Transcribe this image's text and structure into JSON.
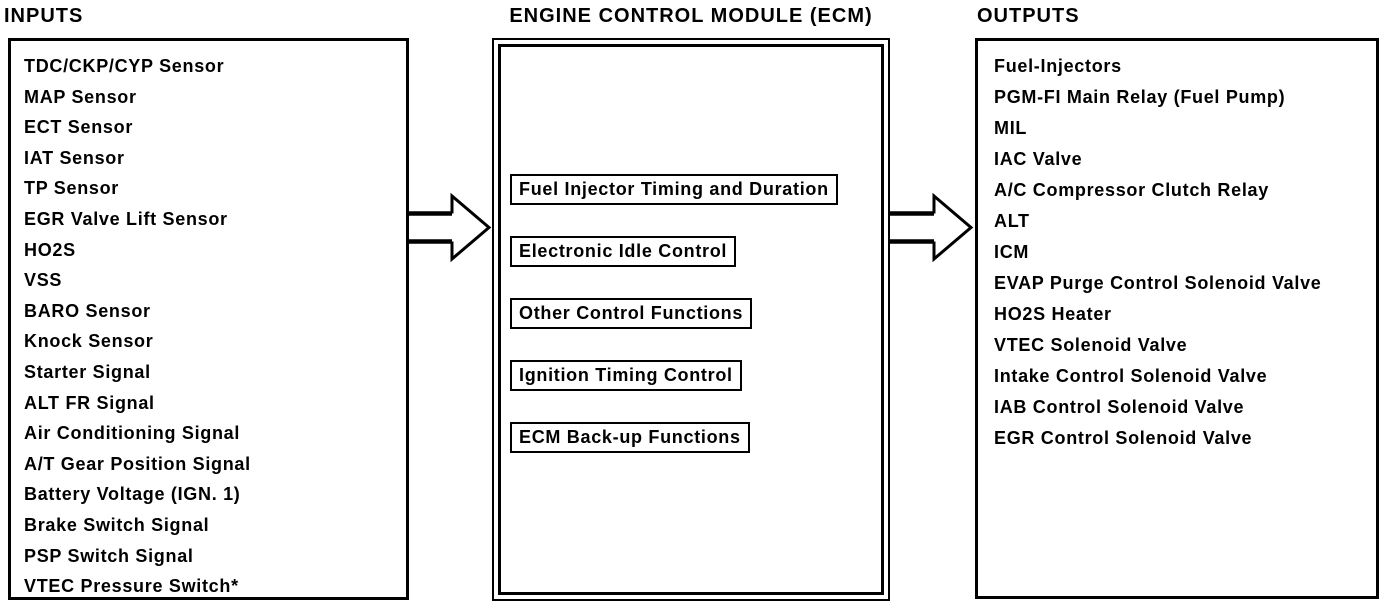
{
  "diagram": {
    "colors": {
      "ink": "#000000",
      "background": "#ffffff"
    },
    "inputs": {
      "title": "INPUTS",
      "items": [
        "TDC/CKP/CYP Sensor",
        "MAP Sensor",
        "ECT Sensor",
        "IAT Sensor",
        "TP Sensor",
        "EGR Valve Lift Sensor",
        "HO2S",
        "VSS",
        "BARO Sensor",
        "Knock Sensor",
        "Starter Signal",
        "ALT FR Signal",
        "Air Conditioning Signal",
        "A/T Gear Position Signal",
        "Battery Voltage (IGN. 1)",
        "Brake Switch Signal",
        "PSP Switch Signal",
        "VTEC Pressure Switch*"
      ]
    },
    "ecm": {
      "title": "ENGINE CONTROL MODULE (ECM)",
      "functions": [
        "Fuel Injector Timing and Duration",
        "Electronic Idle Control",
        "Other Control Functions",
        "Ignition Timing Control",
        "ECM Back-up Functions"
      ]
    },
    "outputs": {
      "title": "OUTPUTS",
      "items": [
        "Fuel-Injectors",
        "PGM-FI Main Relay (Fuel Pump)",
        "MIL",
        "IAC Valve",
        "A/C Compressor Clutch Relay",
        "ALT",
        "ICM",
        "EVAP Purge Control Solenoid Valve",
        "HO2S Heater",
        "VTEC Solenoid Valve",
        "Intake Control Solenoid Valve",
        "IAB Control Solenoid Valve",
        "EGR Control Solenoid Valve"
      ]
    }
  }
}
